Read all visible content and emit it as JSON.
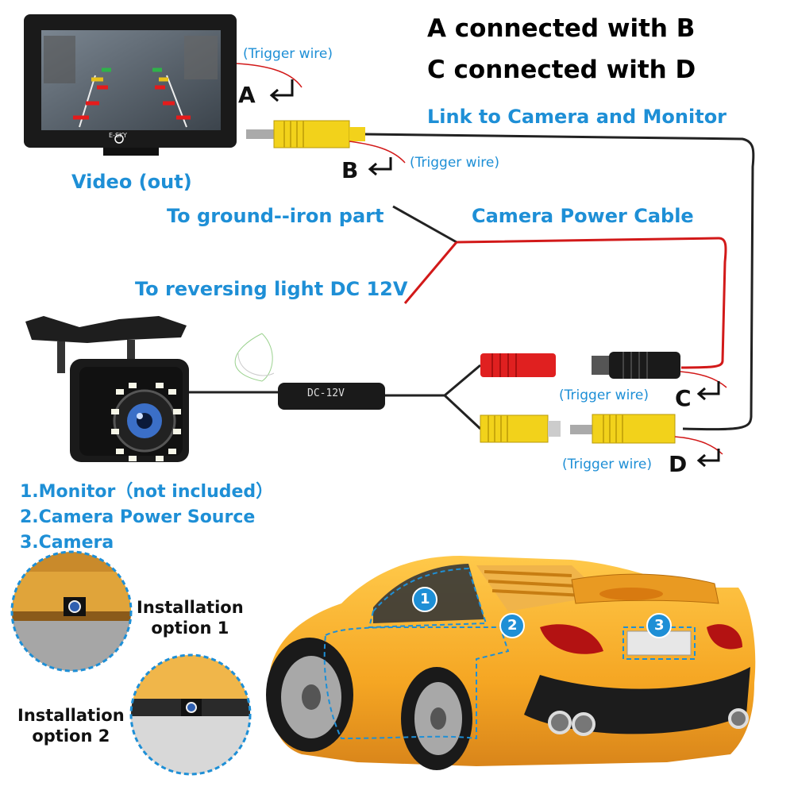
{
  "title": {
    "line1": "A connected with B",
    "line2": "C connected with D"
  },
  "labels": {
    "trigger_a": "(Trigger wire)",
    "letter_a": "A",
    "video_out": "Video (out)",
    "trigger_b": "(Trigger wire)",
    "letter_b": "B",
    "link": "Link to Camera and Monitor",
    "ground": "To ground--iron part",
    "power_cable": "Camera Power Cable",
    "reversing": "To reversing light DC 12V",
    "dc12v": "DC-12V",
    "trigger_c": "(Trigger wire)",
    "letter_c": "C",
    "trigger_d": "(Trigger wire)",
    "letter_d": "D",
    "brand": "E-SKY"
  },
  "legend": {
    "items": [
      "1.Monitor（not included）",
      "2.Camera Power Source",
      "3.Camera"
    ]
  },
  "options": {
    "option1": [
      "Installation",
      "option 1"
    ],
    "option2": [
      "Installation",
      "option 2"
    ]
  },
  "markers": [
    "1",
    "2",
    "3"
  ],
  "colors": {
    "accent_blue": "#1e8fd6",
    "wire_red": "#d21919",
    "rca_yellow": "#f2d21b",
    "car_orange": "#f5a623"
  }
}
